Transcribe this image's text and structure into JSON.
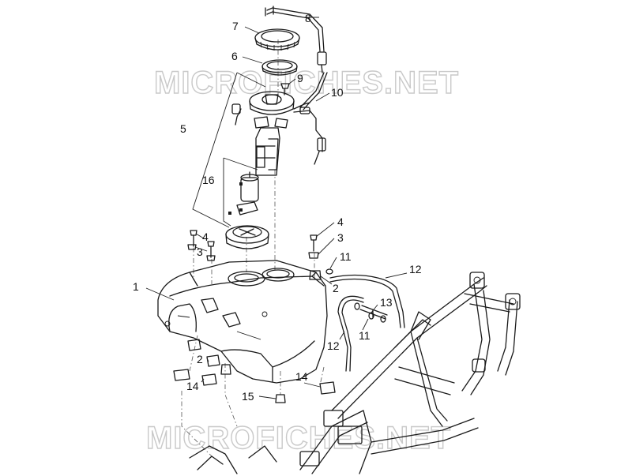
{
  "watermarks": [
    "MICROFICHES.NET",
    "MICROFICHES.NET"
  ],
  "callouts": [
    {
      "id": "c8",
      "text": "8"
    },
    {
      "id": "c7",
      "text": "7"
    },
    {
      "id": "c6",
      "text": "6"
    },
    {
      "id": "c9",
      "text": "9"
    },
    {
      "id": "c10",
      "text": "10"
    },
    {
      "id": "c5",
      "text": "5"
    },
    {
      "id": "c16",
      "text": "16"
    },
    {
      "id": "c4a",
      "text": "4"
    },
    {
      "id": "c3a",
      "text": "3"
    },
    {
      "id": "c4b",
      "text": "4"
    },
    {
      "id": "c3b",
      "text": "3"
    },
    {
      "id": "c11a",
      "text": "11"
    },
    {
      "id": "c12a",
      "text": "12"
    },
    {
      "id": "c2a",
      "text": "2"
    },
    {
      "id": "c1",
      "text": "1"
    },
    {
      "id": "c13",
      "text": "13"
    },
    {
      "id": "c11b",
      "text": "11"
    },
    {
      "id": "c12b",
      "text": "12"
    },
    {
      "id": "c2b",
      "text": "2"
    },
    {
      "id": "c14a",
      "text": "14"
    },
    {
      "id": "c14b",
      "text": "14"
    },
    {
      "id": "c15",
      "text": "15"
    }
  ]
}
